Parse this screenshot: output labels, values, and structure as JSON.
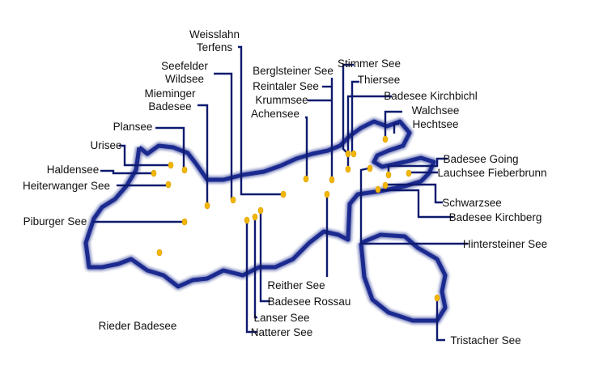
{
  "colors": {
    "border": "#1b2a8f",
    "leader": "#0d1a6e",
    "lake_dot": "#f2b705",
    "text": "#111111"
  },
  "lakes": [
    {
      "id": "weisslahn-terfens",
      "lines": [
        "Weisslahn",
        "Terfens"
      ]
    },
    {
      "id": "seefelder-wildsee",
      "lines": [
        "Seefelder",
        "Wildsee"
      ]
    },
    {
      "id": "mieminger-badesee",
      "lines": [
        "Mieminger",
        "Badesee"
      ]
    },
    {
      "id": "plansee",
      "lines": [
        "Plansee"
      ]
    },
    {
      "id": "urisee",
      "lines": [
        "Urisee"
      ]
    },
    {
      "id": "haldensee",
      "lines": [
        "Haldensee"
      ]
    },
    {
      "id": "heiterwanger-see",
      "lines": [
        "Heiterwanger See"
      ]
    },
    {
      "id": "piburger-see",
      "lines": [
        "Piburger See"
      ]
    },
    {
      "id": "rieder-badesee",
      "lines": [
        "Rieder Badesee"
      ]
    },
    {
      "id": "berglsteiner-see",
      "lines": [
        "Berglsteiner See"
      ]
    },
    {
      "id": "reintaler-see",
      "lines": [
        "Reintaler See"
      ]
    },
    {
      "id": "krummsee",
      "lines": [
        "Krummsee"
      ]
    },
    {
      "id": "achensee",
      "lines": [
        "Achensee"
      ]
    },
    {
      "id": "stimmer-see",
      "lines": [
        "Stimmer See"
      ]
    },
    {
      "id": "thiersee",
      "lines": [
        "Thiersee"
      ]
    },
    {
      "id": "badesee-kirchbichl",
      "lines": [
        "Badesee Kirchbichl"
      ]
    },
    {
      "id": "walchsee",
      "lines": [
        "Walchsee"
      ]
    },
    {
      "id": "hechtsee",
      "lines": [
        "Hechtsee"
      ]
    },
    {
      "id": "badesee-going",
      "lines": [
        "Badesee Going"
      ]
    },
    {
      "id": "lauchsee-fieberbrunn",
      "lines": [
        "Lauchsee Fieberbrunn"
      ]
    },
    {
      "id": "schwarzsee",
      "lines": [
        "Schwarzsee"
      ]
    },
    {
      "id": "badesee-kirchberg",
      "lines": [
        "Badesee Kirchberg"
      ]
    },
    {
      "id": "hintersteiner-see",
      "lines": [
        "Hintersteiner See"
      ]
    },
    {
      "id": "tristacher-see",
      "lines": [
        "Tristacher See"
      ]
    },
    {
      "id": "reither-see",
      "lines": [
        "Reither See"
      ]
    },
    {
      "id": "badesee-rossau",
      "lines": [
        "Badesee Rossau"
      ]
    },
    {
      "id": "lanser-see",
      "lines": [
        "Lanser See"
      ]
    },
    {
      "id": "natterer-see",
      "lines": [
        "Natterer See"
      ]
    }
  ]
}
